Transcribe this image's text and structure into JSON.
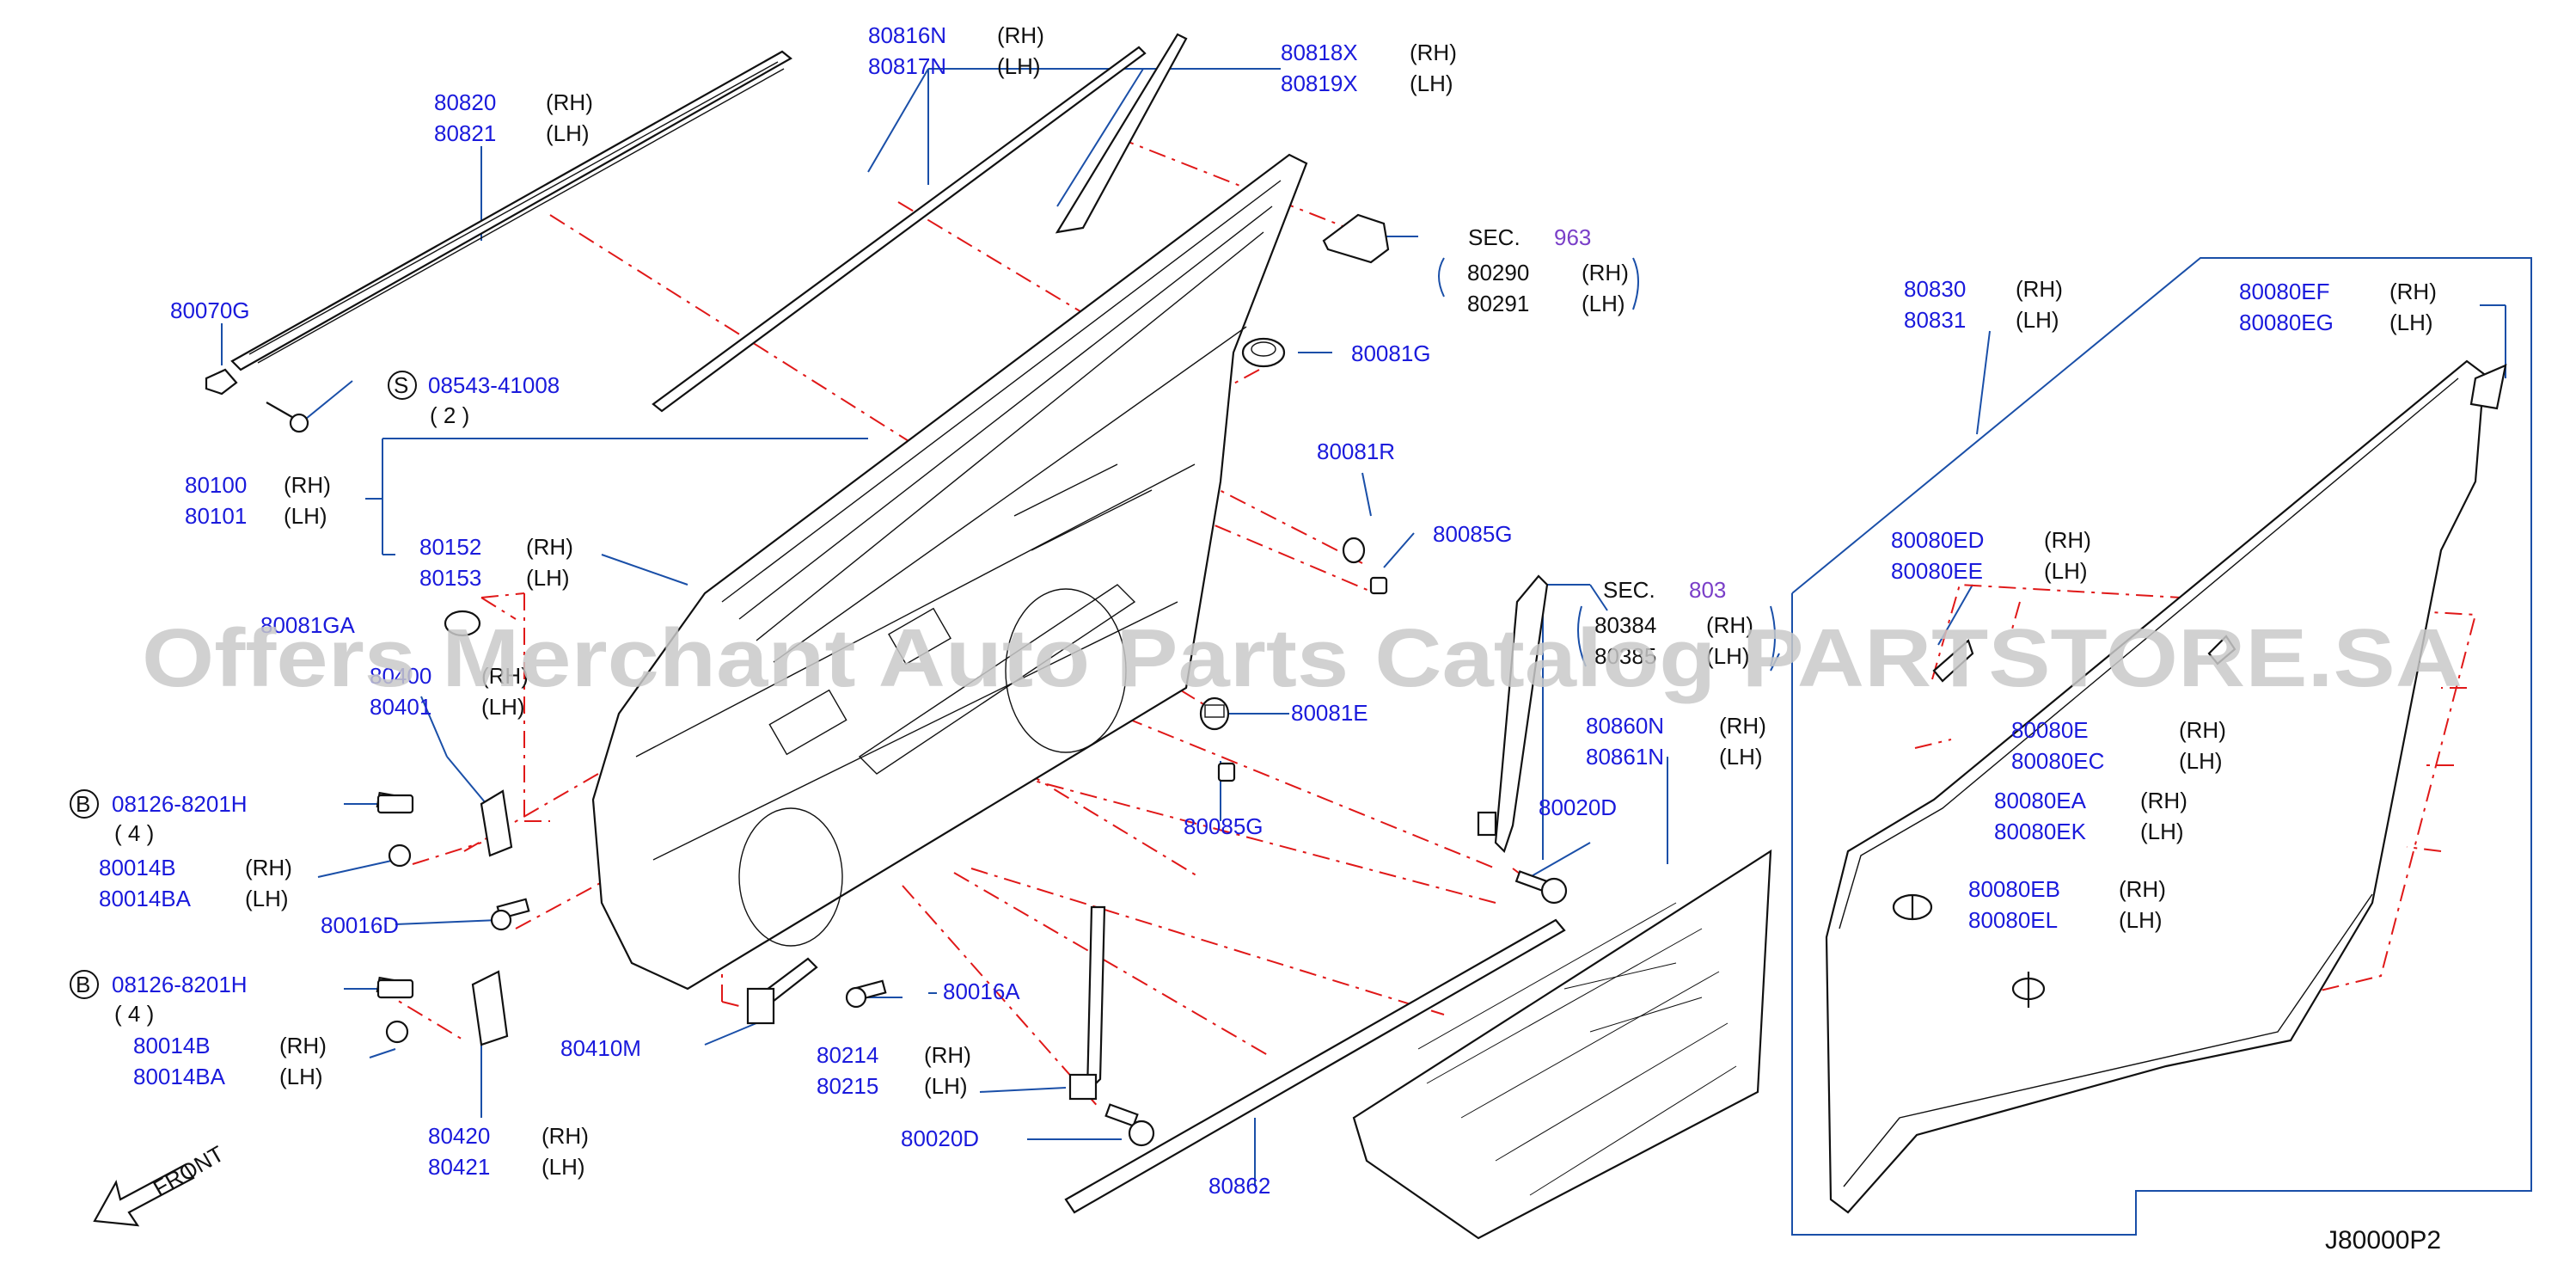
{
  "diagram_code": "J80000P2",
  "watermark": "Offers Merchant Auto Parts Catalog PARTSTORE.SA",
  "front_label": "FRONT",
  "callouts": {
    "p80816": {
      "pn1": "80816N",
      "pn2": "80817N",
      "s1": "(RH)",
      "s2": "(LH)"
    },
    "p80818": {
      "pn1": "80818X",
      "pn2": "80819X",
      "s1": "(RH)",
      "s2": "(LH)"
    },
    "p80820": {
      "pn1": "80820",
      "pn2": "80821",
      "s1": "(RH)",
      "s2": "(LH)"
    },
    "p80070g": {
      "pn1": "80070G"
    },
    "p08543": {
      "circle": "S",
      "pn1": "08543-41008",
      "qty": "( 2 )"
    },
    "sec963": {
      "sec": "SEC.",
      "num": "963",
      "pn1": "80290",
      "pn2": "80291",
      "s1": "(RH)",
      "s2": "(LH)"
    },
    "p80081g": {
      "pn1": "80081G"
    },
    "p80100": {
      "pn1": "80100",
      "pn2": "80101",
      "s1": "(RH)",
      "s2": "(LH)"
    },
    "p80152": {
      "pn1": "80152",
      "pn2": "80153",
      "s1": "(RH)",
      "s2": "(LH)"
    },
    "p80081r": {
      "pn1": "80081R"
    },
    "p80085g_a": {
      "pn1": "80085G"
    },
    "p80081ga": {
      "pn1": "80081GA"
    },
    "sec803": {
      "sec": "SEC.",
      "num": "803",
      "pn1": "80384",
      "pn2": "80385",
      "s1": "(RH)",
      "s2": "(LH)"
    },
    "p80400": {
      "pn1": "80400",
      "pn2": "80401",
      "s1": "(RH)",
      "s2": "(LH)"
    },
    "p80081e": {
      "pn1": "80081E"
    },
    "p80860": {
      "pn1": "80860N",
      "pn2": "80861N",
      "s1": "(RH)",
      "s2": "(LH)"
    },
    "p08126a": {
      "circle": "B",
      "pn1": "08126-8201H",
      "qty": "( 4 )"
    },
    "p80014a": {
      "pn1": "80014B",
      "pn2": "80014BA",
      "s1": "(RH)",
      "s2": "(LH)"
    },
    "p80085g_b": {
      "pn1": "80085G"
    },
    "p80020d_a": {
      "pn1": "80020D"
    },
    "p80016d": {
      "pn1": "80016D"
    },
    "p08126b": {
      "circle": "B",
      "pn1": "08126-8201H",
      "qty": "( 4 )"
    },
    "p80016a": {
      "pn1": "80016A"
    },
    "p80014b": {
      "pn1": "80014B",
      "pn2": "80014BA",
      "s1": "(RH)",
      "s2": "(LH)"
    },
    "p80410m": {
      "pn1": "80410M"
    },
    "p80214": {
      "pn1": "80214",
      "pn2": "80215",
      "s1": "(RH)",
      "s2": "(LH)"
    },
    "p80020d_b": {
      "pn1": "80020D"
    },
    "p80420": {
      "pn1": "80420",
      "pn2": "80421",
      "s1": "(RH)",
      "s2": "(LH)"
    },
    "p80862": {
      "pn1": "80862"
    },
    "p80830": {
      "pn1": "80830",
      "pn2": "80831",
      "s1": "(RH)",
      "s2": "(LH)"
    },
    "p80080ef": {
      "pn1": "80080EF",
      "pn2": "80080EG",
      "s1": "(RH)",
      "s2": "(LH)"
    },
    "p80080ed": {
      "pn1": "80080ED",
      "pn2": "80080EE",
      "s1": "(RH)",
      "s2": "(LH)"
    },
    "p80080e": {
      "pn1": "80080E",
      "pn2": "80080EC",
      "s1": "(RH)",
      "s2": "(LH)"
    },
    "p80080ea": {
      "pn1": "80080EA",
      "pn2": "80080EK",
      "s1": "(RH)",
      "s2": "(LH)"
    },
    "p80080eb": {
      "pn1": "80080EB",
      "pn2": "80080EL",
      "s1": "(RH)",
      "s2": "(LH)"
    }
  }
}
